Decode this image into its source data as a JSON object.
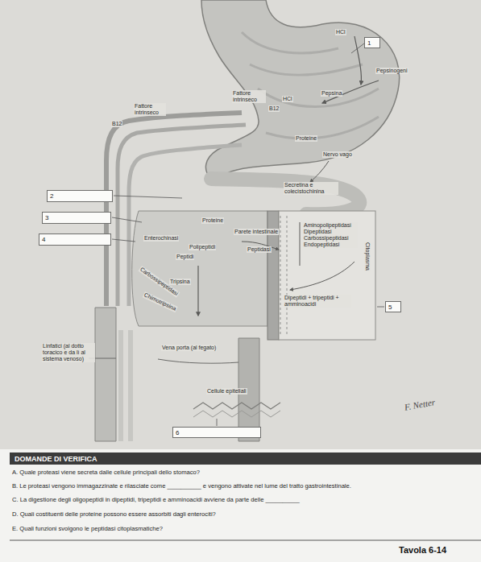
{
  "diagram": {
    "nodes": [
      {
        "text": [
          "1"
        ]
      },
      {
        "text": [
          "2"
        ]
      },
      {
        "text": [
          "3"
        ]
      },
      {
        "text": [
          "4"
        ]
      },
      {
        "text": [
          "5"
        ]
      },
      {
        "text": [
          "6"
        ]
      },
      {
        "text": [
          "DOMANDE DI VERIFICA"
        ]
      }
    ],
    "labels": [
      "HCl",
      "Pepsinogeni",
      "HCl",
      "Pepsina",
      "Fattore intrinseco",
      "B12",
      "Fattore intrinseco",
      "B12",
      "Proteine",
      "Nervo vago",
      "Secretina e colecistochinina",
      "Proteine",
      "Parete intestinale",
      "Enterochinasi",
      "Polipeptidi",
      "Peptidi",
      "Peptidasi",
      "Aminopolipeptidasi Dipeptidasi Carbossipeptidasi Endopeptidasi",
      "Citoplasma",
      "Carbossipeptidasi",
      "Tripsina",
      "Chimotripsina",
      "Dipeptidi + tripeptidi + amminoacidi",
      "Linfatici (al dotto toracico e da lì al sistema venoso)",
      "Vena porta (al fegato)",
      "Cellule epiteliali",
      "F. Netter",
      "A. Quale proteasi viene secreta dalle cellule principali dello stomaco?",
      "B. Le proteasi vengono immagazzinate e rilasciate come __________ e vengono attivate nel lume del tratto gastrointestinale.",
      "C. La digestione degli oligopeptidi in dipeptidi, tripeptidi e amminoacidi avviene da parte delle __________",
      "D. Quali costituenti delle proteine possono essere assorbiti dagli enterociti?",
      "E. Quali funzioni svolgono le peptidasi citoplasmatiche?",
      "Tavola 6-14"
    ]
  }
}
